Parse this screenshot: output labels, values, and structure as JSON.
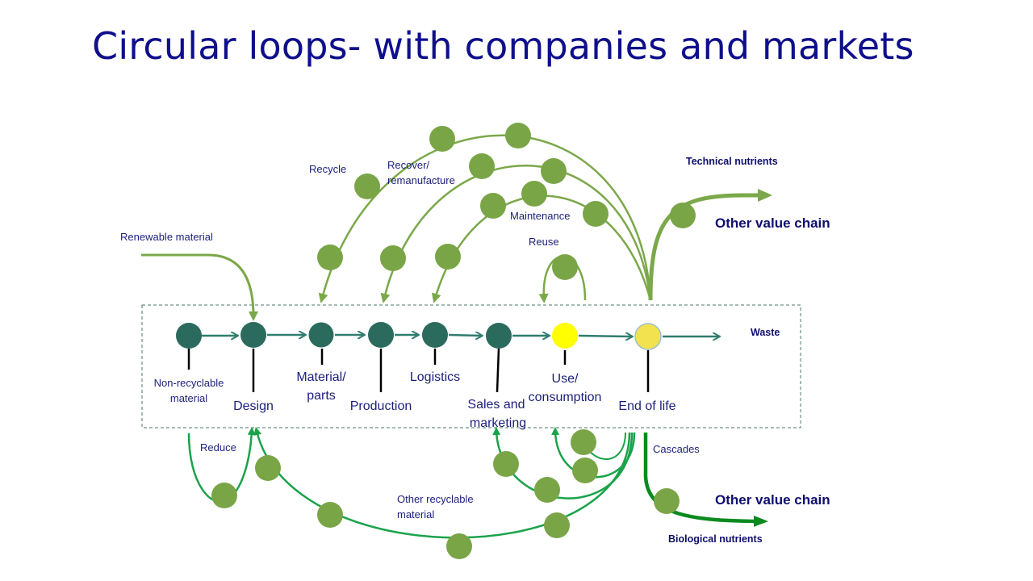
{
  "title": "Circular loops- with companies and markets",
  "labels": {
    "renewable_material": "Renewable material",
    "recycle": "Recycle",
    "recover_line1": "Recover/",
    "recover_line2": "remanufacture",
    "maintenance": "Maintenance",
    "reuse": "Reuse",
    "technical_nutrients": "Technical nutrients",
    "other_value_chain_top": "Other value chain",
    "waste": "Waste",
    "reduce": "Reduce",
    "cascades": "Cascades",
    "other_recyclable_line1": "Other recyclable",
    "other_recyclable_line2": "material",
    "other_value_chain_bottom": "Other value chain",
    "biological_nutrients": "Biological nutrients"
  },
  "stages": {
    "non_recyclable_line1": "Non-recyclable",
    "non_recyclable_line2": "material",
    "design": "Design",
    "material_line1": "Material/",
    "material_line2": "parts",
    "production": "Production",
    "logistics": "Logistics",
    "sales_line1": "Sales and",
    "sales_line2": "marketing",
    "use_line1": "Use/",
    "use_line2": "consumption",
    "end_of_life": "End of life"
  },
  "colors": {
    "title": "#0f0f8c",
    "label_text": "#1b1f7a",
    "stage_node": "#2b6b5e",
    "loop_green": "#7ba84a",
    "bottom_green": "#1aa34a",
    "company_dot": "#7aa547",
    "use_node": "#ffff00",
    "end_of_life_node": "#f3e250",
    "biological_arrow": "#0b8a1f",
    "box_border": "#4a7a6a"
  }
}
